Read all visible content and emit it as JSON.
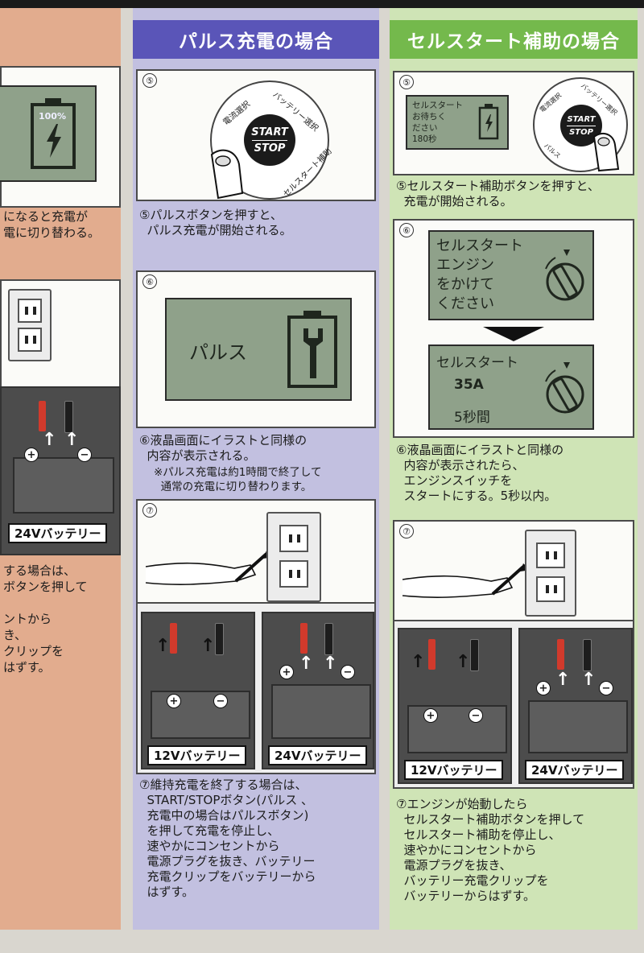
{
  "left_column": {
    "lcd_percent": "100%",
    "caption_lines": [
      "になると充電が",
      "電に切り替わる。"
    ],
    "battery_label": "24Vバッテリー",
    "bottom_lines": [
      "する場合は、",
      "ボタンを押して",
      "",
      "ントから",
      "き、",
      "クリップを",
      "はずす。"
    ]
  },
  "pulse": {
    "header": "パルス充電の場合",
    "step5": {
      "num": "⑤",
      "dial_start": "START",
      "dial_stop": "STOP",
      "dial_labels": [
        "電流選択",
        "バッテリー選択",
        "セルスタート補助"
      ],
      "caption": "⑤パルスボタンを押すと、\n  パルス充電が開始される。"
    },
    "step6": {
      "num": "⑥",
      "lcd_text": "パルス",
      "caption": "⑥液晶画面にイラストと同様の\n  内容が表示される。",
      "note": "※パルス充電は約1時間で終了して\n  通常の充電に切り替わります。"
    },
    "step7": {
      "num": "⑦",
      "battery_12": "12Vバッテリー",
      "battery_24": "24Vバッテリー",
      "caption": "⑦維持充電を終了する場合は、\n  START/STOPボタン(パルス 、\n  充電中の場合はパルスボタン)\n  を押して充電を停止し、\n  速やかにコンセントから\n  電源プラグを抜き、バッテリー\n  充電クリップをバッテリーから\n  はずす。"
    }
  },
  "cell_start": {
    "header": "セルスタート補助の場合",
    "step5": {
      "num": "⑤",
      "lcd_text": "セルスタート\nお待ちく\nださい\n180秒",
      "dial_start": "START",
      "dial_stop": "STOP",
      "dial_labels": [
        "電流選択",
        "バッテリー選択",
        "パルス"
      ],
      "caption": "⑤セルスタート補助ボタンを押すと、\n  充電が開始される。"
    },
    "step6": {
      "num": "⑥",
      "lcd1_text": "セルスタート\nエンジン\nをかけて\nください",
      "lcd2_title": "セルスタート",
      "lcd2_amp": "35A",
      "lcd2_sec": "5秒間",
      "caption": "⑥液晶画面にイラストと同様の\n  内容が表示されたら、\n  エンジンスイッチを\n  スタートにする。5秒以内。"
    },
    "step7": {
      "num": "⑦",
      "battery_12": "12Vバッテリー",
      "battery_24": "24Vバッテリー",
      "caption": "⑦エンジンが始動したら\n  セルスタート補助ボタンを押して\n  セルスタート補助を停止し、\n  速やかにコンセントから\n  電源プラグを抜き、\n  バッテリー充電クリップを\n  バッテリーからはずす。"
    }
  },
  "colors": {
    "pulse_header": "#5a55b8",
    "pulse_bg": "#c2c0e0",
    "cell_header": "#74b94c",
    "cell_bg": "#cfe4b6",
    "left_bg": "#e2ac8e",
    "lcd": "#8fa18a"
  }
}
